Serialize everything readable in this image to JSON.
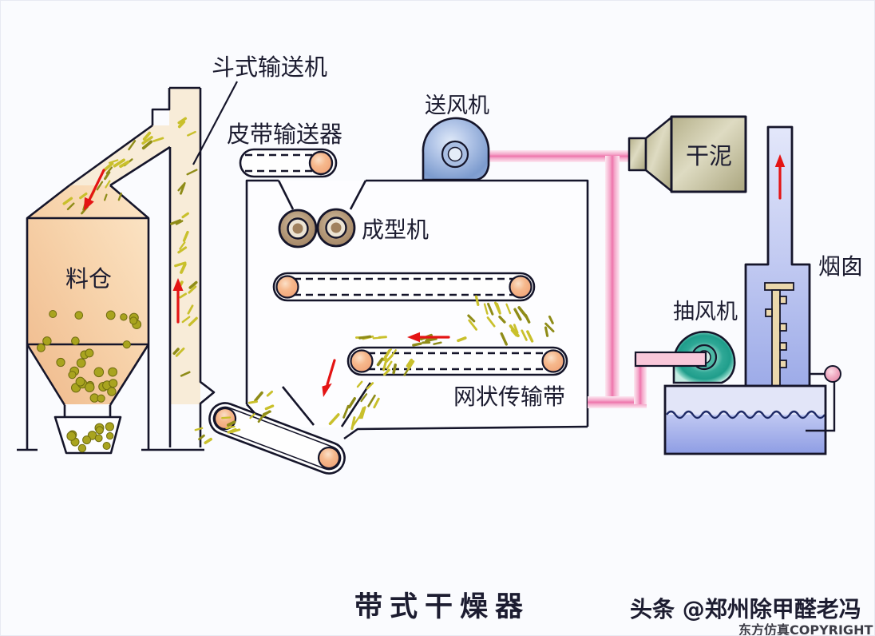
{
  "diagram": {
    "title": "带式干燥器",
    "labels": {
      "bucket_conveyor": "斗式输送机",
      "belt_conveyor": "皮带输送器",
      "supply_fan": "送风机",
      "forming_machine": "成型机",
      "silo": "料仓",
      "mesh_belt": "网状传输带",
      "dry_mud": "干泥",
      "exhaust_fan": "抽风机",
      "chimney": "烟囱"
    }
  },
  "watermark": {
    "byline": "头条 @郑州除甲醛老冯",
    "copyright": "东方仿真COPYRIGHT"
  },
  "colors": {
    "arrow_red": "#e41414",
    "pipe_pink": "#ee74ab",
    "supply_fan_blue": "#7c9bce",
    "exhaust_fan_teal": "#23a18d",
    "material_peach": "#f5cc9e",
    "granule_olive": "#a9a41f",
    "dry_mud_khaki": "#c9c5a0",
    "chimney_blue": "#a8b4ea",
    "water_blue": "#94a2e6",
    "outline": "#15152a"
  }
}
